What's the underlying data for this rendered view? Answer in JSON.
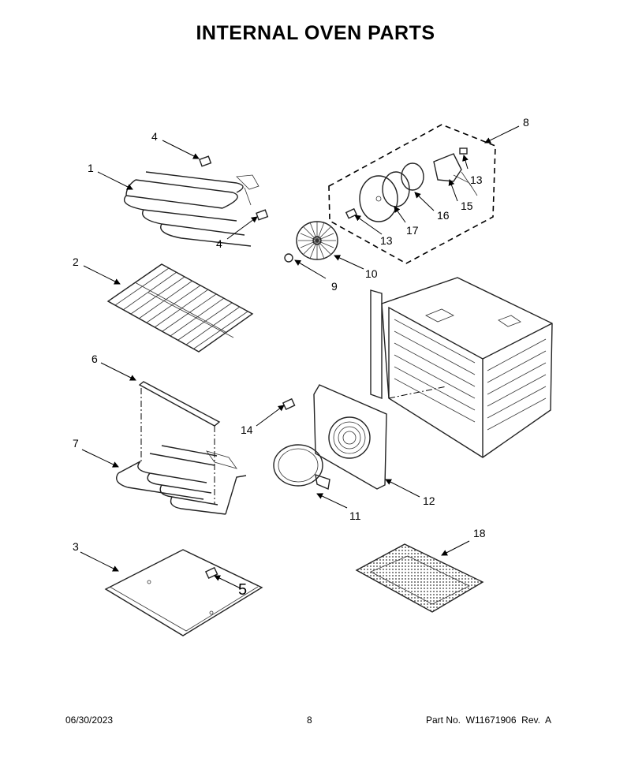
{
  "title": "INTERNAL OVEN PARTS",
  "callouts": [
    "1",
    "2",
    "3",
    "4",
    "4",
    "5",
    "6",
    "7",
    "8",
    "9",
    "10",
    "11",
    "12",
    "13",
    "13",
    "14",
    "15",
    "16",
    "17",
    "18"
  ],
  "footer": {
    "date": "06/30/2023",
    "page": "8",
    "part": "Part No.  W11671906  Rev.  A"
  }
}
